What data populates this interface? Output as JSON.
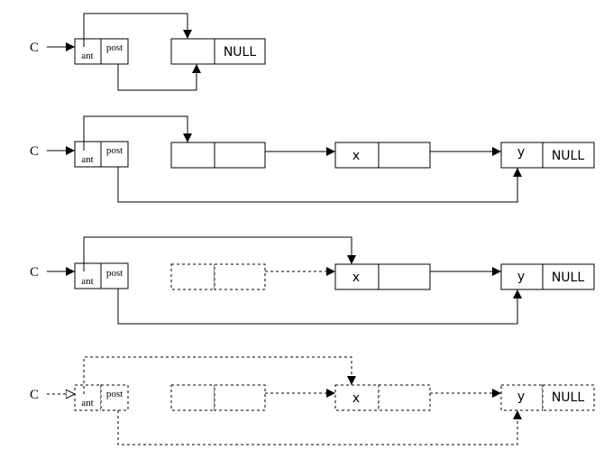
{
  "labels": {
    "pointer": "C",
    "ant": "ant",
    "post": "post",
    "null": "NULL",
    "x": "x",
    "y": "y"
  },
  "colors": {
    "ink": "#000000",
    "background": "#ffffff"
  }
}
